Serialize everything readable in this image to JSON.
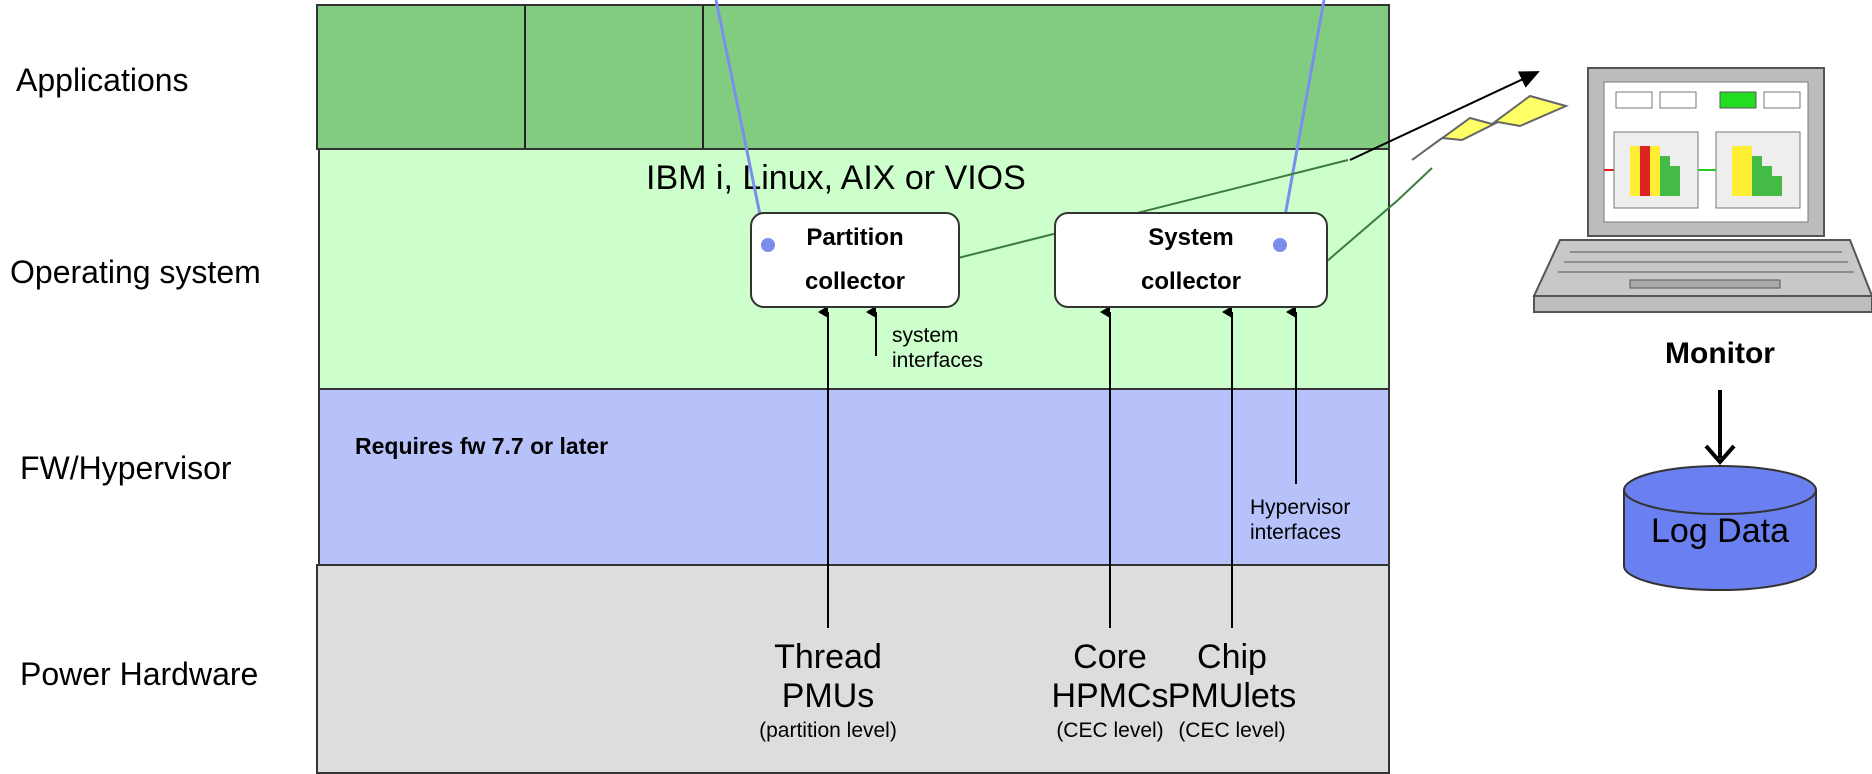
{
  "layers": {
    "applications": "Applications",
    "operating_system": "Operating system",
    "firmware": "FW/Hypervisor",
    "hardware": "Power Hardware"
  },
  "os_band": {
    "title": "IBM i, Linux, AIX or VIOS"
  },
  "fw_band": {
    "note": "Requires fw 7.7 or later"
  },
  "collectors": {
    "partition": [
      "Partition",
      "collector"
    ],
    "system": [
      "System",
      "collector"
    ]
  },
  "interfaces": {
    "system": [
      "system",
      "interfaces"
    ],
    "hypervisor": [
      "Hypervisor",
      "interfaces"
    ]
  },
  "hardware_sources": [
    {
      "name": [
        "Thread",
        "PMUs"
      ],
      "level": "(partition level)"
    },
    {
      "name": [
        "Core",
        "HPMCs"
      ],
      "level": "(CEC level)"
    },
    {
      "name": [
        "Chip",
        "PMUlets"
      ],
      "level": "(CEC level)"
    }
  ],
  "monitor": {
    "label": "Monitor"
  },
  "storage": {
    "label": "Log Data"
  },
  "colors": {
    "applications_band": "#82cc82",
    "os_band": "#ccffcc",
    "fw_band": "#b8c2fa",
    "hardware_band": "#dddddd",
    "connector_line": "#7b8ef0",
    "storage_fill": "#6a7ff0",
    "lightning": "#ffff66"
  }
}
